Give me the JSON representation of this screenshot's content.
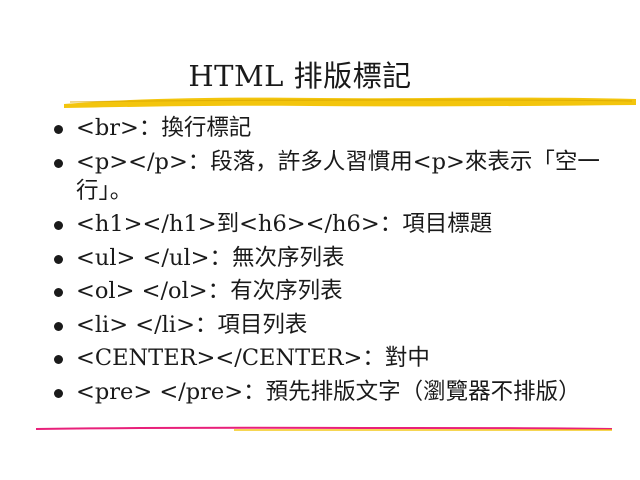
{
  "slide": {
    "title": "HTML 排版標記",
    "bullets": [
      "<br>：換行標記",
      "<p></p>：段落，許多人習慣用<p>來表示「空一行」。",
      "<h1></h1>到<h6></h6>：項目標題",
      "<ul> </ul>：無次序列表",
      "<ol> </ol>：有次序列表",
      "<li> </li>：項目列表",
      "<CENTER></CENTER>：對中",
      "<pre> </pre>：預先排版文字（瀏覽器不排版）"
    ]
  },
  "colors": {
    "title_rule": "#f2c200",
    "bottom_rule_left": "#e8207a",
    "bottom_rule_right": "#f2c200",
    "text": "#1a1a1a",
    "background": "#ffffff"
  }
}
